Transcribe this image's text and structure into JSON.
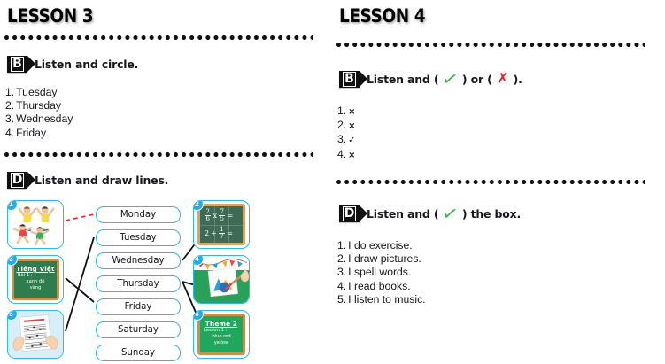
{
  "left": {
    "lesson_title": "LESSON 3",
    "task_b": {
      "badge": "B",
      "label": "Listen and circle."
    },
    "answers_b": [
      {
        "num": "1.",
        "text": "Tuesday"
      },
      {
        "num": "2.",
        "text": "Thursday"
      },
      {
        "num": "3.",
        "text": "Wednesday"
      },
      {
        "num": "4.",
        "text": "Friday"
      }
    ],
    "task_d": {
      "badge": "D",
      "label": "Listen and draw lines."
    },
    "match": {
      "days": [
        "Monday",
        "Tuesday",
        "Wednesday",
        "Thursday",
        "Friday",
        "Saturday",
        "Sunday"
      ],
      "pictures": [
        {
          "num": "1",
          "kind": "kids-playing",
          "caption": ""
        },
        {
          "num": "2",
          "kind": "math-chalkboard",
          "caption": "2/6 x 7/5 =   2 ÷ 1/7 ="
        },
        {
          "num": "3",
          "kind": "vietnamese-chalkboard",
          "title": "Tiếng Việt",
          "line1": "Bài 1 :",
          "line2": "xanh  đỏ",
          "line3": "vàng"
        },
        {
          "num": "4",
          "kind": "painting-art",
          "caption": ""
        },
        {
          "num": "5",
          "kind": "music-sheet",
          "caption": ""
        },
        {
          "num": "6",
          "kind": "theme-chalkboard",
          "title": "Theme 2",
          "line1": "Lesson 1 :",
          "line2": "blue  red",
          "line3": "yellow"
        }
      ],
      "math": {
        "r1_n1": "2",
        "r1_d1": "6",
        "r1_op": "x",
        "r1_n2": "7",
        "r1_d2": "5",
        "r1_eq": "=",
        "r2_a": "2",
        "r2_op": "÷",
        "r2_n": "1",
        "r2_d": "7",
        "r2_eq": "="
      }
    }
  },
  "right": {
    "lesson_title": "LESSON 4",
    "task_b": {
      "badge": "B",
      "label_before": "Listen and (",
      "label_middle": ") or (",
      "label_after": ").",
      "check_glyph": "✓",
      "cross_glyph": "✗"
    },
    "answers_b": [
      {
        "num": "1.",
        "mark": "×"
      },
      {
        "num": "2.",
        "mark": "×"
      },
      {
        "num": "3.",
        "mark": "✓"
      },
      {
        "num": "4.",
        "mark": "×"
      }
    ],
    "task_d": {
      "badge": "D",
      "label_before": "Listen and (",
      "label_after": ") the box.",
      "check_glyph": "✓"
    },
    "answers_d": [
      {
        "num": "1.",
        "text": "I do exercise."
      },
      {
        "num": "2.",
        "text": "I draw pictures."
      },
      {
        "num": "3.",
        "text": "I spell words."
      },
      {
        "num": "4.",
        "text": "I read books."
      },
      {
        "num": "5.",
        "text": "I listen to music."
      }
    ]
  },
  "colors": {
    "check_green": "#3CB54A",
    "cross_red": "#E8262D",
    "card_blue": "#31B7E8",
    "dashed_red": "#E8262D",
    "line_black": "#111111"
  }
}
